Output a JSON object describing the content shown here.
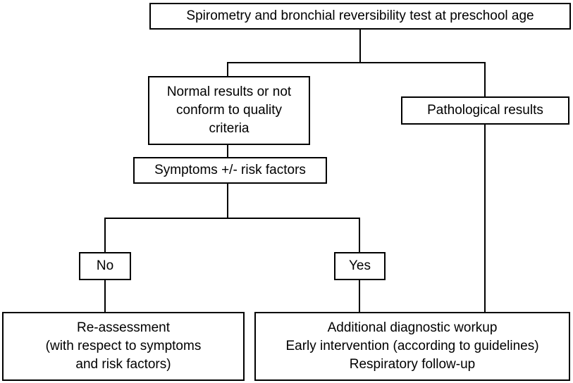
{
  "flowchart": {
    "top": {
      "lines": [
        "Spirometry and bronchial reversibility test at preschool age"
      ]
    },
    "normal": {
      "lines": [
        "Normal results or not",
        "conform to quality",
        "criteria"
      ]
    },
    "pathological": {
      "lines": [
        "Pathological results"
      ]
    },
    "symptoms": {
      "lines": [
        "Symptoms +/- risk factors"
      ]
    },
    "no": {
      "lines": [
        "No"
      ]
    },
    "yes": {
      "lines": [
        "Yes"
      ]
    },
    "reassessment": {
      "lines": [
        "Re-assessment",
        "(with respect to symptoms",
        "and risk factors)"
      ]
    },
    "additional": {
      "lines": [
        "Additional diagnostic workup",
        "Early intervention (according to guidelines)",
        "Respiratory follow-up"
      ]
    }
  }
}
